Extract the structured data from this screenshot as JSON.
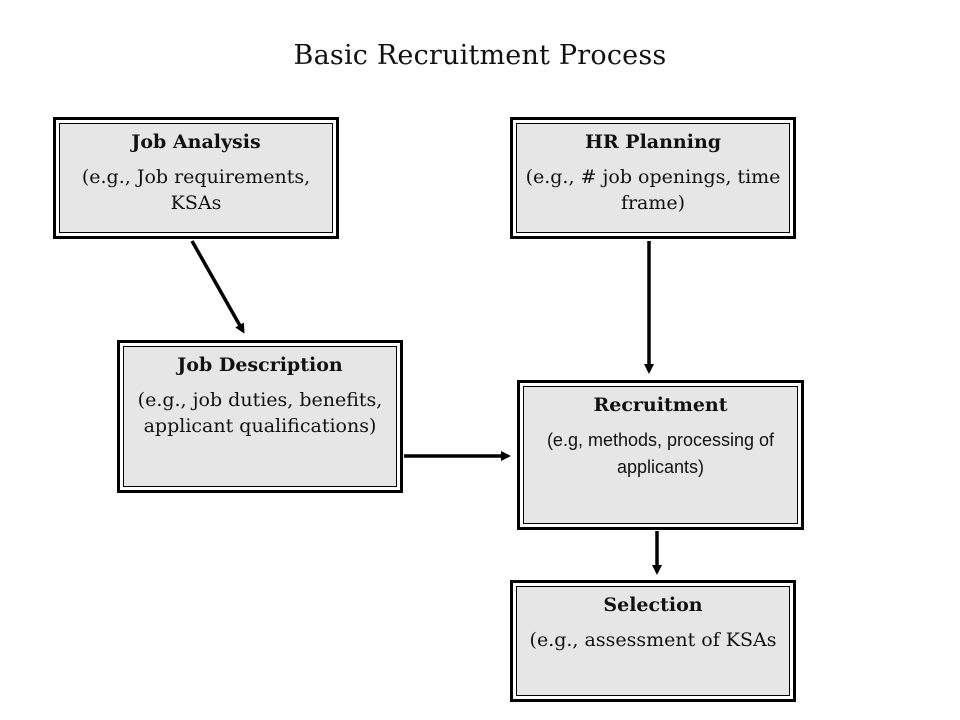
{
  "title": "Basic Recruitment Process",
  "boxes": {
    "job_analysis": {
      "heading": "Job Analysis",
      "detail": "(e.g., Job requirements, KSAs"
    },
    "hr_planning": {
      "heading": "HR Planning",
      "detail": "(e.g., # job openings, time frame)"
    },
    "job_description": {
      "heading": "Job Description",
      "detail": "(e.g., job duties, benefits, applicant qualifications)"
    },
    "recruitment": {
      "heading": "Recruitment",
      "detail": "(e.g, methods, processing of applicants)"
    },
    "selection": {
      "heading": "Selection",
      "detail": "(e.g., assessment of KSAs"
    }
  },
  "colors": {
    "box_fill": "#e6e6e6",
    "border": "#000000",
    "arrow": "#000000"
  }
}
